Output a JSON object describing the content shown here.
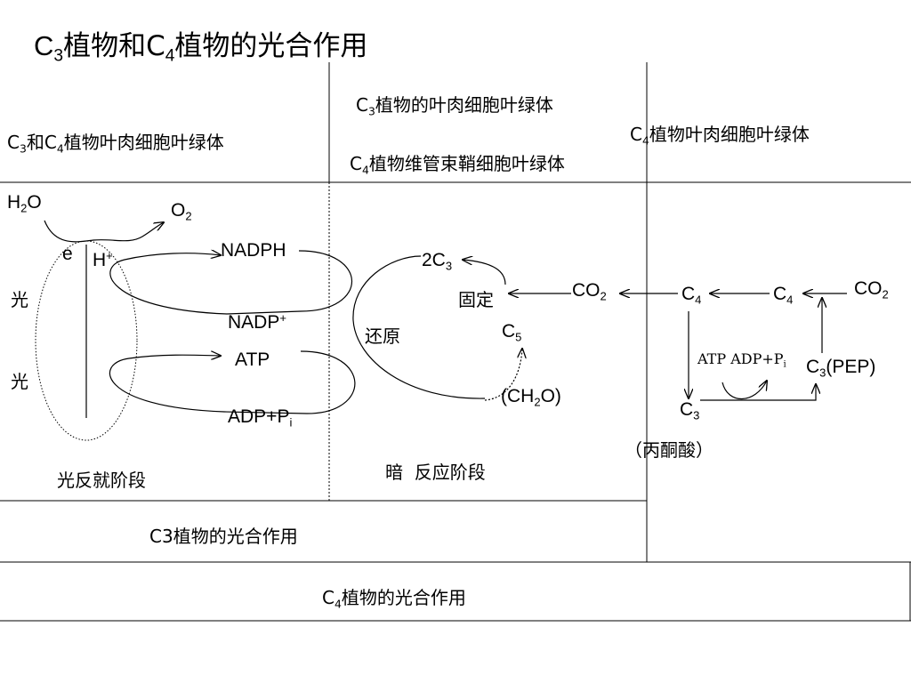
{
  "title": {
    "c1": "C",
    "s1": "3",
    "mid": "植物和C",
    "s2": "4",
    "end": "植物的光合作用"
  },
  "headers": {
    "left": {
      "c1": "C",
      "s1": "3",
      "mid": "和C",
      "s2": "4",
      "end": "植物叶肉细胞叶绿体"
    },
    "middle_top": {
      "c": "C",
      "s": "3",
      "end": "植物的叶肉细胞叶绿体"
    },
    "middle_bottom": {
      "c": "C",
      "s": "4",
      "end": "植物维管束鞘细胞叶绿体"
    },
    "right": {
      "c": "C",
      "s": "4",
      "end": "植物叶肉细胞叶绿体"
    }
  },
  "light": {
    "h2o": {
      "a": "H",
      "s": "2",
      "b": "O"
    },
    "o2": {
      "a": "O",
      "s": "2"
    },
    "e": "e",
    "h": {
      "a": "H",
      "sup": "+"
    },
    "guang1": "光",
    "guang2": "光",
    "nadph": "NADPH",
    "nadp": {
      "a": "NADP",
      "sup": "+"
    },
    "atp": "ATP",
    "adp": {
      "a": "ADP+P",
      "s": "i"
    },
    "stage": "光反就阶段"
  },
  "dark": {
    "c3": {
      "a": "2C",
      "s": "3"
    },
    "fix": "固定",
    "reduce": "还原",
    "c5": {
      "a": "C",
      "s": "5"
    },
    "ch2o": {
      "a": "(CH",
      "s": "2",
      "b": "O)"
    },
    "stage": "暗  反应阶段"
  },
  "c4": {
    "co2_mid": {
      "a": "CO",
      "s": "2"
    },
    "c4_left": {
      "a": "C",
      "s": "4"
    },
    "c4_right": {
      "a": "C",
      "s": "4"
    },
    "co2_right": {
      "a": "CO",
      "s": "2"
    },
    "atp_adp": {
      "a": "ATP ADP+P",
      "s": "i"
    },
    "c3pep": {
      "a": "C",
      "s": "3",
      "b": "(PEP)"
    },
    "c3": {
      "a": "C",
      "s": "3"
    },
    "pyruvate": "（丙酮酸）"
  },
  "footer": {
    "c3_label": "C3植物的光合作用",
    "c4_label": {
      "c": "C",
      "s": "4",
      "end": "植物的光合作用"
    }
  }
}
